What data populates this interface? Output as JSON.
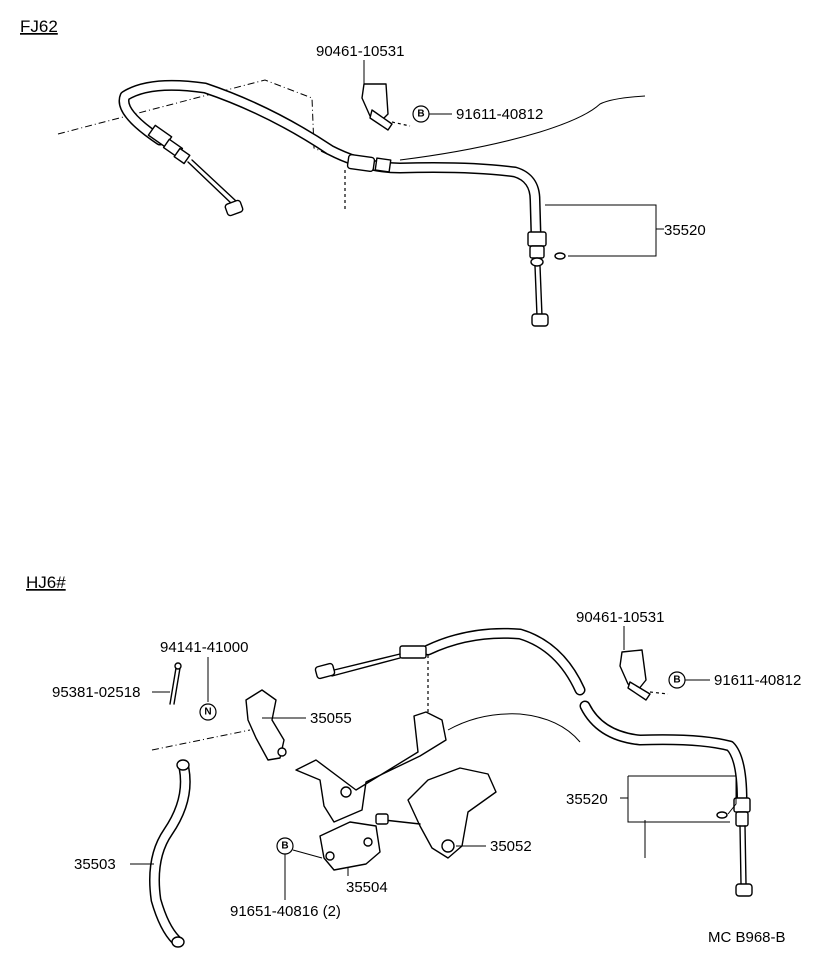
{
  "sections": [
    {
      "title": "FJ62"
    },
    {
      "title": "HJ6#"
    }
  ],
  "fj62": {
    "clamp_part": "90461-10531",
    "bolt_part": "91611-40812",
    "bolt_badge": "B",
    "cable_part": "35520"
  },
  "hj6": {
    "clamp_part": "90461-10531",
    "bolt_part": "91611-40812",
    "bolt_badge": "B",
    "cable_part": "35520",
    "pin_part": "95381-02518",
    "nut_part": "94141-41000",
    "nut_badge": "N",
    "lever_part": "35055",
    "rod_part": "35503",
    "plate_part": "35052",
    "bracket_part": "35504",
    "bracket_bolt_part": "91651-40816 (2)",
    "bracket_bolt_badge": "B"
  },
  "footer": {
    "code": "MC  B968-B"
  }
}
